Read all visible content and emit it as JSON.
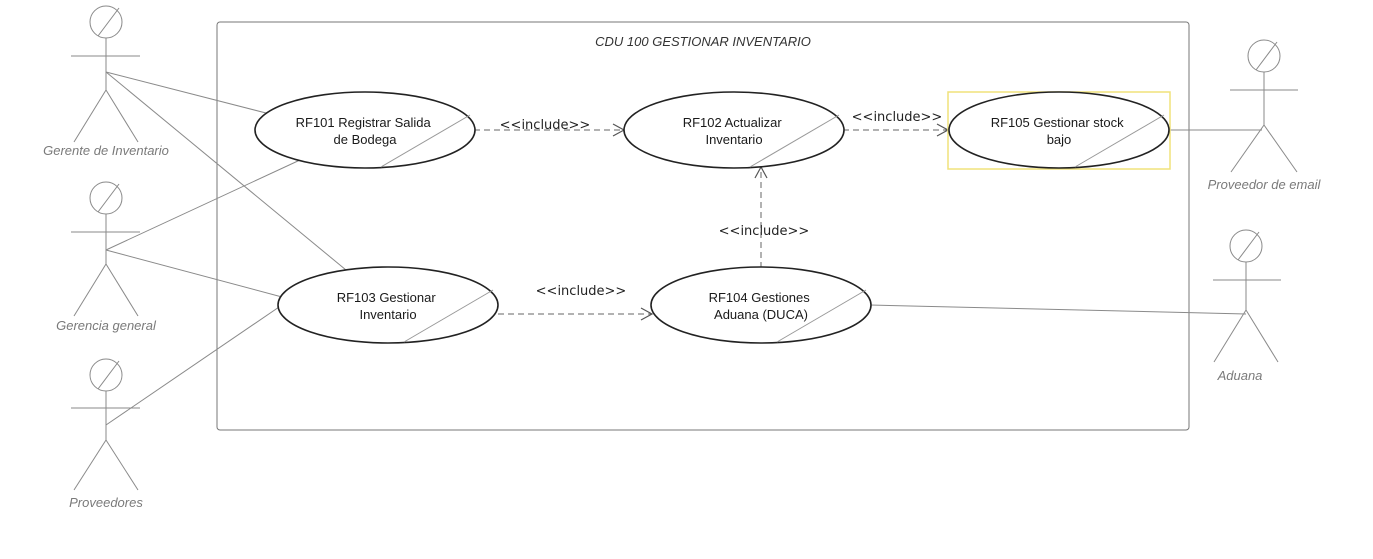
{
  "system": {
    "title": "CDU 100 GESTIONAR INVENTARIO"
  },
  "use_cases": {
    "rf101": [
      "RF101 Registrar Salida",
      "de Bodega"
    ],
    "rf102": [
      "RF102 Actualizar",
      "Inventario"
    ],
    "rf103": [
      "RF103 Gestionar",
      "Inventario"
    ],
    "rf104": [
      "RF104 Gestiones",
      "Aduana (DUCA)"
    ],
    "rf105": [
      "RF105 Gestionar stock",
      "bajo"
    ]
  },
  "actors": {
    "gerente": "Gerente de Inventario",
    "gerencia": "Gerencia general",
    "proveedores": "Proveedores",
    "email": "Proveedor de email",
    "aduana": "Aduana"
  },
  "relations": {
    "inc_101_102": "<<include>>",
    "inc_102_105": "<<include>>",
    "inc_104_102": "<<include>>",
    "inc_103_104": "<<include>>"
  },
  "colors": {
    "highlight": "#f0e27a",
    "line": "#8a8a8a",
    "stroke": "#222222"
  }
}
